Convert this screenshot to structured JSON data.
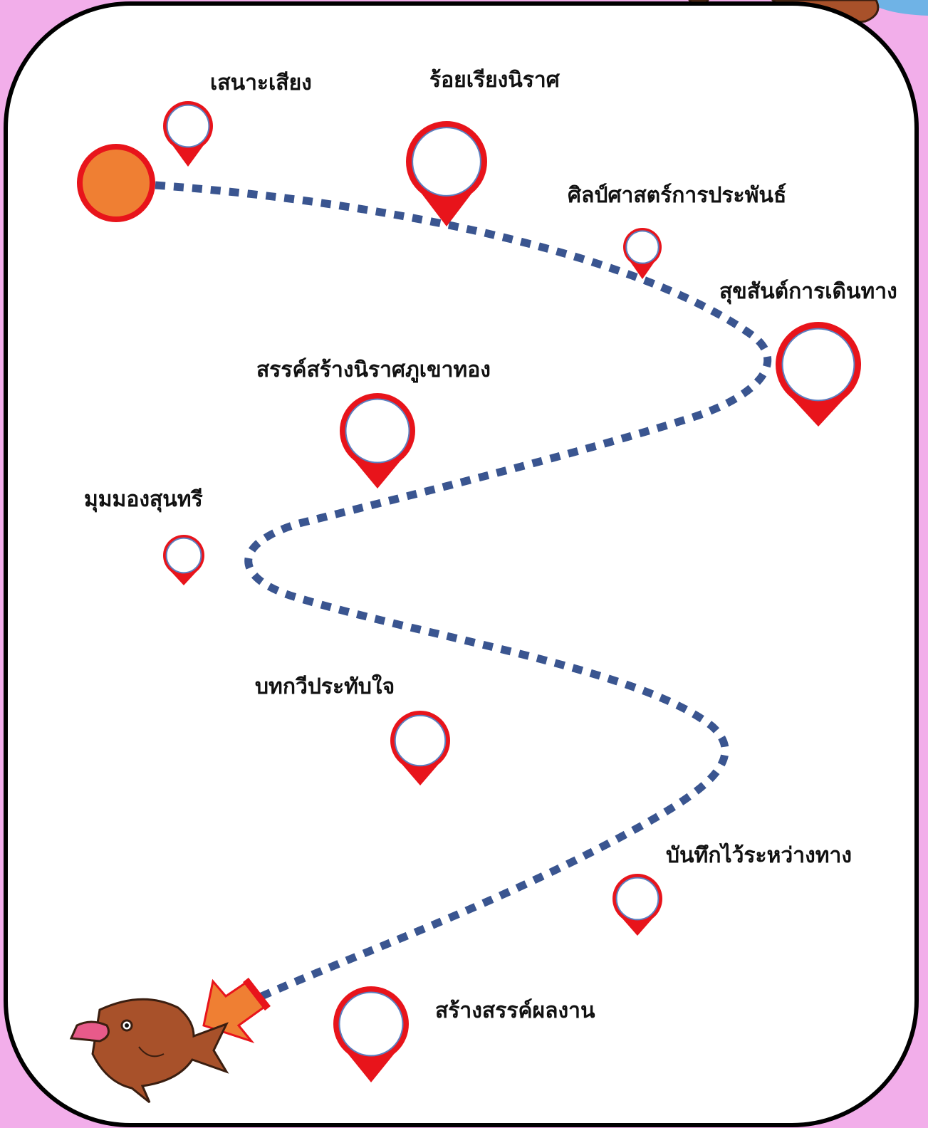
{
  "theme": {
    "background": "#f2aeea",
    "board": "#ffffff",
    "border": "#000000",
    "pin_red": "#e8141b",
    "pin_ring": "#5b7fc0",
    "path_dots": "#3a5590",
    "start_dot": "#ef7f33",
    "arrow": "#ef7f33",
    "fish": "#a8512a"
  },
  "diagram": {
    "stations": [
      {
        "label": "เสนาะเสียง",
        "icon": "map-pin-icon"
      },
      {
        "label": "ร้อยเรียงนิราศ",
        "icon": "map-pin-icon"
      },
      {
        "label": "ศิลป์ศาสตร์การประพันธ์",
        "icon": "map-pin-icon"
      },
      {
        "label": "สุขสันต์การเดินทาง",
        "icon": "map-pin-icon"
      },
      {
        "label": "สรรค์สร้างนิราศภูเขาทอง",
        "icon": "map-pin-icon"
      },
      {
        "label": "มุมมองสุนทรี",
        "icon": "map-pin-icon"
      },
      {
        "label": "บทกวีประทับใจ",
        "icon": "map-pin-icon"
      },
      {
        "label": "บันทึกไว้ระหว่างทาง",
        "icon": "map-pin-icon"
      },
      {
        "label": "สร้างสรรค์ผลงาน",
        "icon": "map-pin-icon"
      }
    ],
    "start_marker": "start-dot",
    "end_marker": "fish-icon",
    "path_style": "dotted"
  }
}
